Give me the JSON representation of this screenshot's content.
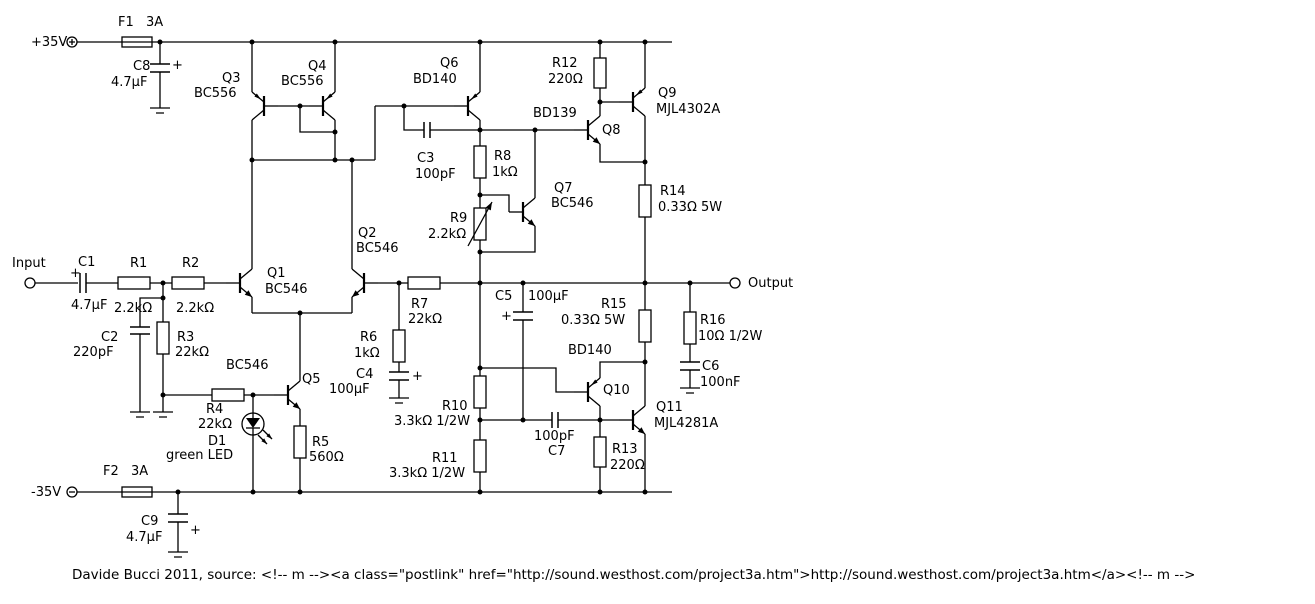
{
  "schematic": {
    "power": {
      "vpos": "+35V",
      "vneg": "-35V"
    },
    "io": {
      "input": "Input",
      "output": "Output"
    },
    "polarity_mark": "+",
    "components": {
      "F1": {
        "ref": "F1",
        "value": "3A"
      },
      "F2": {
        "ref": "F2",
        "value": "3A"
      },
      "C1": {
        "ref": "C1",
        "value": "4.7µF"
      },
      "C2": {
        "ref": "C2",
        "value": "220pF"
      },
      "C3": {
        "ref": "C3",
        "value": "100pF"
      },
      "C4": {
        "ref": "C4",
        "value": "100µF"
      },
      "C5": {
        "ref": "C5",
        "value": "100µF"
      },
      "C6": {
        "ref": "C6",
        "value": "100nF"
      },
      "C7": {
        "ref": "C7",
        "value": "100pF"
      },
      "C8": {
        "ref": "C8",
        "value": "4.7µF"
      },
      "C9": {
        "ref": "C9",
        "value": "4.7µF"
      },
      "R1": {
        "ref": "R1",
        "value": "2.2kΩ"
      },
      "R2": {
        "ref": "R2",
        "value": "2.2kΩ"
      },
      "R3": {
        "ref": "R3",
        "value": "22kΩ"
      },
      "R4": {
        "ref": "R4",
        "value": "22kΩ"
      },
      "R5": {
        "ref": "R5",
        "value": "560Ω"
      },
      "R6": {
        "ref": "R6",
        "value": "1kΩ"
      },
      "R7": {
        "ref": "R7",
        "value": "22kΩ"
      },
      "R8": {
        "ref": "R8",
        "value": "1kΩ"
      },
      "R9": {
        "ref": "R9",
        "value": "2.2kΩ"
      },
      "R10": {
        "ref": "R10",
        "value": "3.3kΩ 1/2W"
      },
      "R11": {
        "ref": "R11",
        "value": "3.3kΩ 1/2W"
      },
      "R12": {
        "ref": "R12",
        "value": "220Ω"
      },
      "R13": {
        "ref": "R13",
        "value": "220Ω"
      },
      "R14": {
        "ref": "R14",
        "value": "0.33Ω 5W"
      },
      "R15": {
        "ref": "R15",
        "value": "0.33Ω 5W"
      },
      "R16": {
        "ref": "R16",
        "value": "10Ω 1/2W"
      },
      "Q1": {
        "ref": "Q1",
        "value": "BC546"
      },
      "Q2": {
        "ref": "Q2",
        "value": "BC546"
      },
      "Q3": {
        "ref": "Q3",
        "value": "BC556"
      },
      "Q4": {
        "ref": "Q4",
        "value": "BC556"
      },
      "Q5": {
        "ref": "Q5",
        "value": "BC546"
      },
      "Q6": {
        "ref": "Q6",
        "value": "BD140"
      },
      "Q7": {
        "ref": "Q7",
        "value": "BC546"
      },
      "Q8": {
        "ref": "Q8",
        "value": "BD139"
      },
      "Q9": {
        "ref": "Q9",
        "value": "MJL4302A"
      },
      "Q10": {
        "ref": "Q10",
        "value": "BD140"
      },
      "Q11": {
        "ref": "Q11",
        "value": "MJL4281A"
      },
      "D1": {
        "ref": "D1",
        "value": "green LED"
      }
    },
    "caption": "Davide Bucci 2011, source: <!-- m --><a class=\"postlink\" href=\"http://sound.westhost.com/project3a.htm\">http://sound.westhost.com/project3a.htm</a><!-- m -->"
  }
}
